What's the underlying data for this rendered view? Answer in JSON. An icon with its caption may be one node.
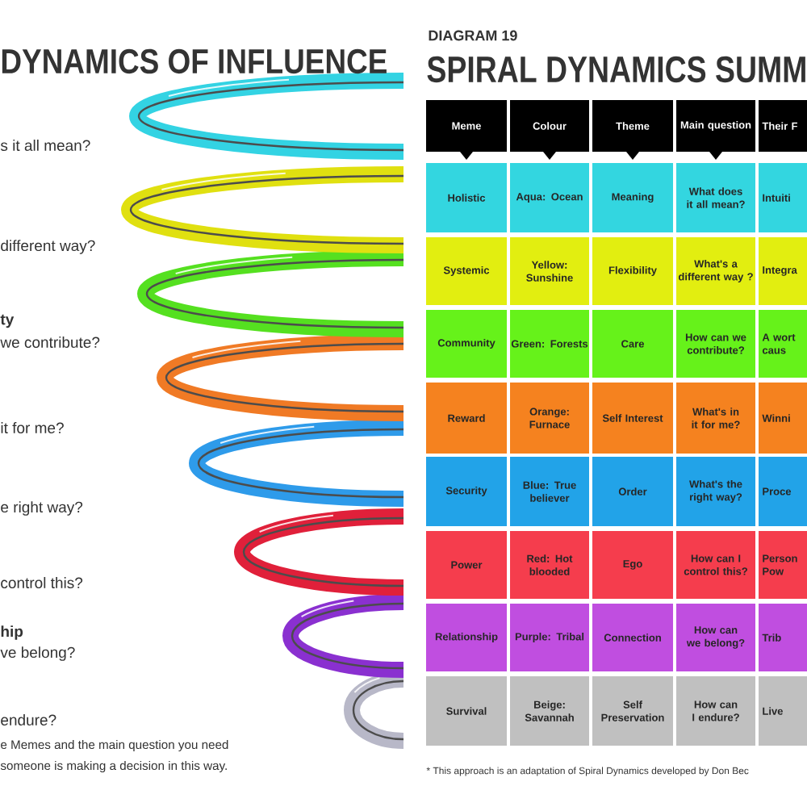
{
  "diagram": {
    "labels": [
      "DYNAMICS OF INFLUENCE",
      "s it all mean?",
      "different way?",
      "ty",
      "we contribute?",
      "it for me?",
      "e right way?",
      "control this?",
      "hip",
      "ve belong?",
      "endure?",
      "e Memes and the main question you need",
      "someone is making a decision in this way.",
      "DIAGRAM 19",
      "SPIRAL DYNAMICS SUMM",
      "Meme",
      "Colour",
      "Theme",
      "Main question",
      "Their F",
      "Holistic",
      "Aqua: Ocean",
      "Meaning",
      "What does it all mean?",
      "Intuiti",
      "Systemic",
      "Yellow: Sunshine",
      "Flexibility",
      "What's a different way ?",
      "Integra",
      "Community",
      "Green: Forests",
      "Care",
      "How can we contribute?",
      "A wort caus",
      "Reward",
      "Orange: Furnace",
      "Self Interest",
      "What's in it for me?",
      "Winni",
      "Security",
      "Blue: True believer",
      "Order",
      "What's the right way?",
      "Proce",
      "Power",
      "Red: Hot blooded",
      "Ego",
      "How can I control this?",
      "Person Pow",
      "Relationship",
      "Purple: Tribal",
      "Connection",
      "How can we belong?",
      "Trib",
      "Survival",
      "Beige: Savannah",
      "Self Preservation",
      "How can I endure?",
      "Live",
      "* This approach is an adaptation of Spiral Dynamics developed by Don Bec"
    ]
  }
}
